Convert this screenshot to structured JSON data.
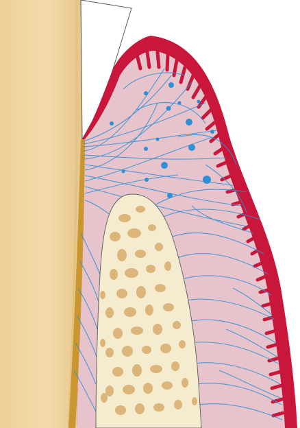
{
  "colors": {
    "tooth_root": "#f0d7a1",
    "tooth_root_shadow": "#e0bd7c",
    "crown_enamel": "#ffffff",
    "cementum": "#c9962f",
    "gingiva_connective_tissue": "#e7c4cc",
    "oral_epithelium": "#c8173a",
    "collagen_fibers": "#2f8fd4",
    "blood_vessels": "#2f8fd4",
    "alveolar_bone": "#f5ebcf",
    "marrow_spaces": "#dcb57a",
    "outline": "#555555"
  },
  "structures": [
    "tooth-root",
    "crown-enamel",
    "cementum",
    "gingival-connective-tissue",
    "oral-epithelium",
    "collagen-fibers",
    "blood-vessels",
    "alveolar-bone",
    "marrow-spaces"
  ]
}
